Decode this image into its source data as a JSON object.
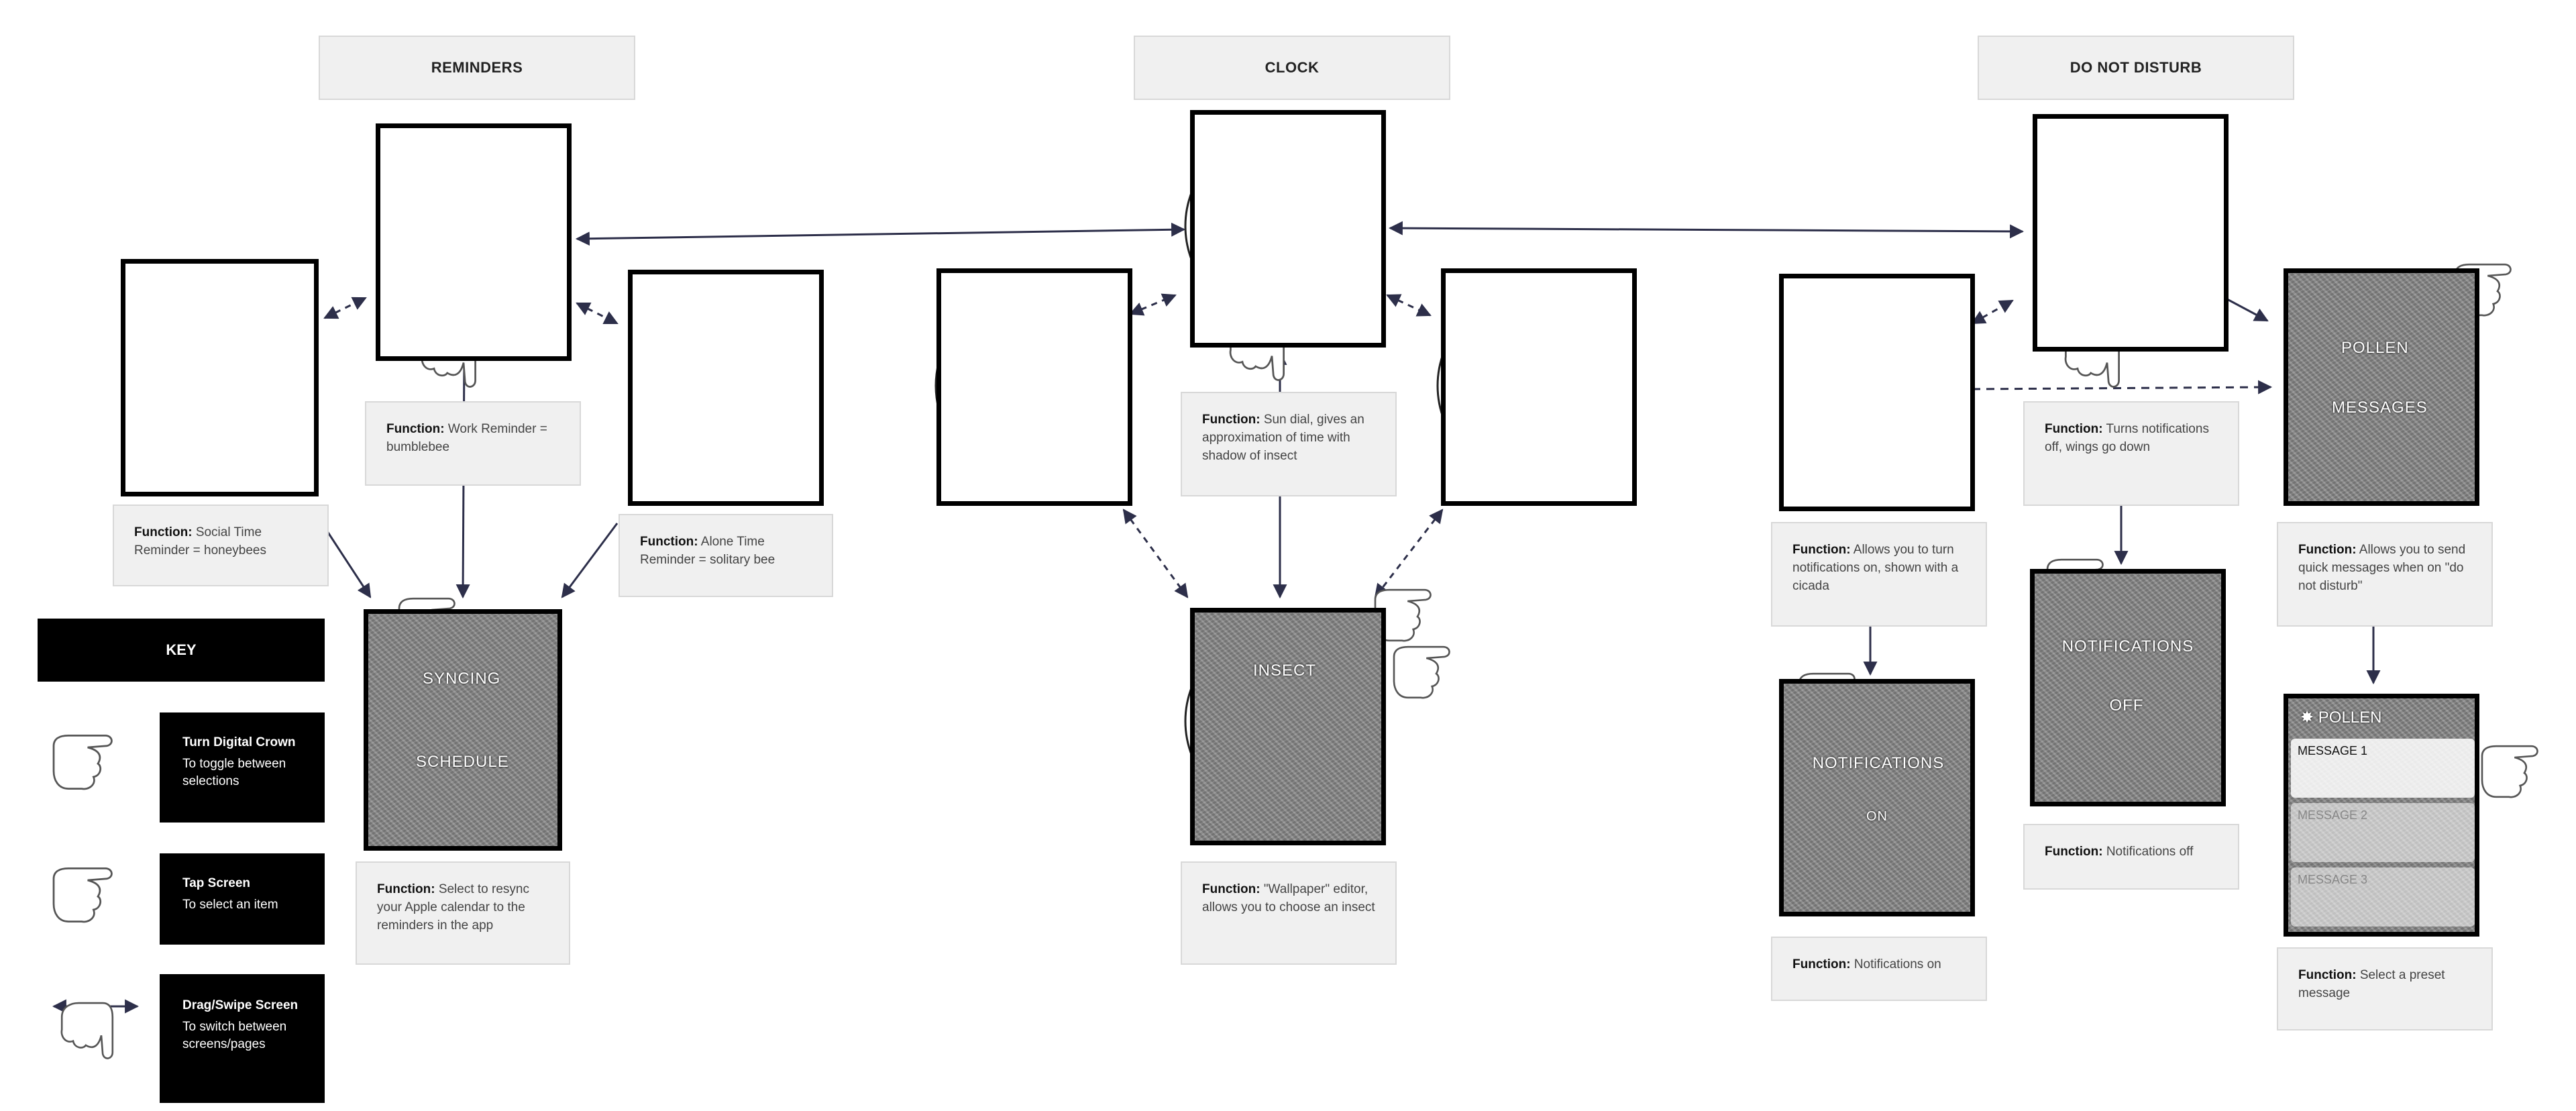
{
  "headers": {
    "reminders": "REMINDERS",
    "clock": "CLOCK",
    "dnd": "DO NOT DISTURB"
  },
  "function_prefix": "Function:",
  "functions": {
    "social": "Social Time Reminder = honeybees",
    "work": "Work Reminder = bumblebee",
    "alone": "Alone Time Reminder = solitary bee",
    "sync": "Select to resync your Apple calendar to the reminders in the app",
    "sundial": "Sun dial, gives an approximation of time with shadow of insect",
    "wallpaper": "\"Wallpaper\" editor, allows you to choose an insect",
    "notif_on_allow": "Allows you to turn notifications on, shown with a cicada",
    "notif_off_turns": "Turns notifications off, wings go down",
    "quick_msg": "Allows you to send quick messages when on \"do not disturb\"",
    "notif_on": "Notifications on",
    "notif_off": "Notifications off",
    "preset": "Select a preset message"
  },
  "screen_labels": {
    "syncing": "SYNCING",
    "schedule": "SCHEDULE",
    "insect": "INSECT",
    "notifications": "NOTIFICATIONS",
    "on": "ON",
    "off": "OFF",
    "pollen": "POLLEN",
    "messages": "MESSAGES",
    "pollen_header": "POLLEN",
    "message_1": "MESSAGE 1",
    "message_2": "MESSAGE 2",
    "message_3": "MESSAGE 3"
  },
  "key": {
    "title": "KEY",
    "items": [
      {
        "title": "Turn Digital Crown",
        "desc": "To toggle between selections",
        "icon": "crown-hand-icon"
      },
      {
        "title": "Tap Screen",
        "desc": "To select an item",
        "icon": "tap-hand-icon"
      },
      {
        "title": "Drag/Swipe Screen",
        "desc": "To switch between screens/pages",
        "icon": "swipe-hand-icon"
      }
    ]
  },
  "colors": {
    "arrow": "#2d2f4a",
    "panel": "#f0f0f0",
    "key_bg": "#000000"
  }
}
